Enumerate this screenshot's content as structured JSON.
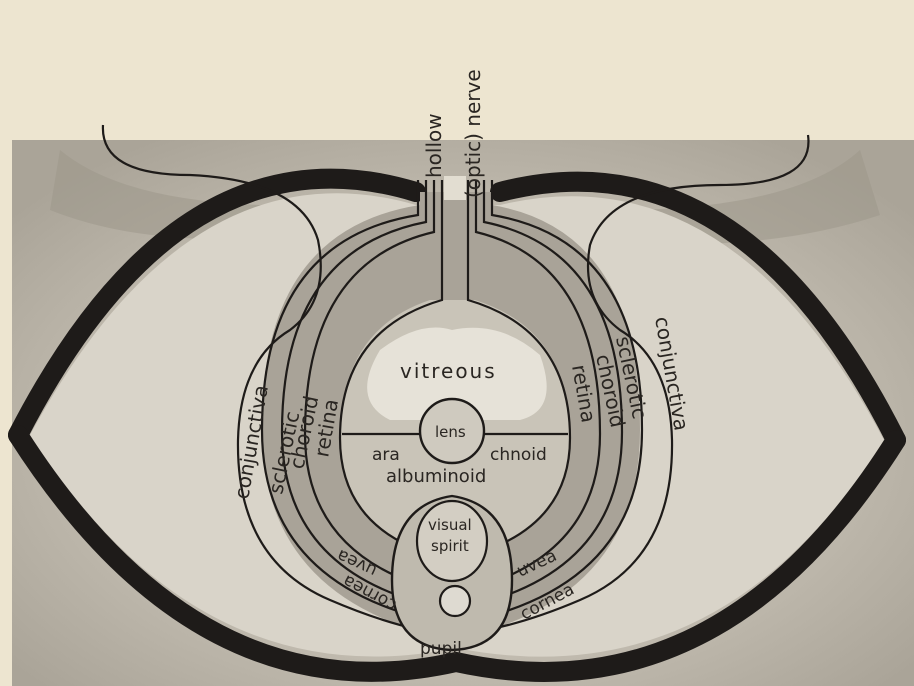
{
  "labels": {
    "hollow": "hollow",
    "optic_nerve": "(optic) nerve",
    "vitreous": "vitreous",
    "lens": "lens",
    "ara": "ara",
    "chnoid": "chnoid",
    "albuminoid": "albuminoid",
    "visual": "visual",
    "spirit": "spirit",
    "pupil": "pupil",
    "conjunctiva_left": "conjunctiva",
    "sclerotic_left": "sclerotic",
    "choroid_left": "choroid",
    "retina_left": "retina",
    "conjunctiva_right": "conjunctiva",
    "sclerotic_right": "sclerotic",
    "choroid_right": "choroid",
    "retina_right": "retina",
    "uvea_left": "uvea",
    "cornea_left": "cornea",
    "uvea_right": "uvea",
    "cornea_right": "cornea"
  },
  "colors": {
    "paper": "#ece4cf",
    "plate": "#b8b2a6",
    "plate_light": "#d6d1c6",
    "ink": "#1e1b19",
    "ring_fill": "#a9a398"
  }
}
